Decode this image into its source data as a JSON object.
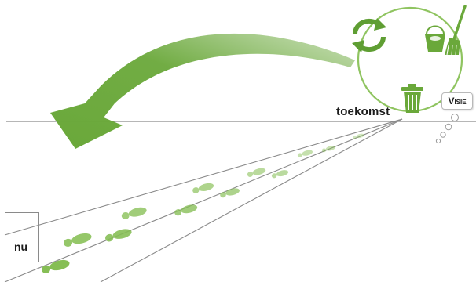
{
  "labels": {
    "future": "toekomst",
    "now": "nu",
    "vision": "Visie"
  },
  "colors": {
    "green": "#6aa83a",
    "green_light": "#8fc460",
    "green_pale": "#a6cf84",
    "line_gray": "#8a8a8a",
    "ink": "#1b1b1b"
  },
  "icons": {
    "cycle": "recycle-arrows-icon",
    "cleaning": "bucket-broom-icon",
    "trash": "trash-bin-icon",
    "footprints": "footprint-icon",
    "thought": "thought-bubble-icon",
    "return_arrow": "curved-arrow-icon"
  }
}
